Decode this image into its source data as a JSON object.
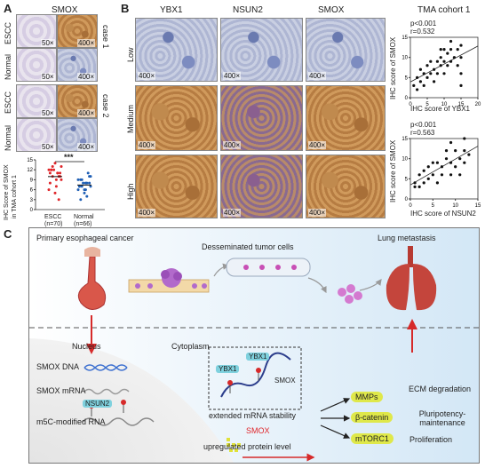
{
  "panels": {
    "a": "A",
    "b": "B",
    "c": "C"
  },
  "panelA": {
    "title": "SMOX",
    "row_labels": [
      "ESCC",
      "Normal",
      "ESCC",
      "Normal"
    ],
    "case_labels": [
      "case 1",
      "case 2"
    ],
    "mag_low": "50×",
    "mag_high": "400×",
    "ylabel_line1": "IHC Score of SMOX",
    "ylabel_line2": "in TMA cohort 1",
    "yticks": [
      "15",
      "12",
      "9",
      "6",
      "3",
      "0"
    ],
    "significance": "***",
    "groups": [
      {
        "name": "ESCC",
        "n": "(n=70)",
        "color": "#e0262a"
      },
      {
        "name": "Normal",
        "n": "(n=66)",
        "color": "#1f5fb5"
      }
    ]
  },
  "panelB": {
    "columns": [
      "YBX1",
      "NSUN2",
      "SMOX"
    ],
    "rows": [
      "Low",
      "Medium",
      "High"
    ],
    "mag": "400×",
    "cohort_title": "TMA cohort 1",
    "scatter1": {
      "p": "p<0.001",
      "r": "r=0.532",
      "xlabel": "IHC score of YBX1",
      "ylabel": "IHC score of SMOX",
      "xticks": [
        "0",
        "5",
        "10",
        "15",
        "20"
      ],
      "yticks": [
        "0",
        "5",
        "10",
        "15"
      ]
    },
    "scatter2": {
      "p": "p<0.001",
      "r": "r=0.563",
      "xlabel": "IHC score of NSUN2",
      "ylabel": "IHC score of SMOX",
      "xticks": [
        "0",
        "5",
        "10",
        "15"
      ],
      "yticks": [
        "0",
        "5",
        "10",
        "15"
      ]
    }
  },
  "chart_data": [
    {
      "type": "scatter",
      "title": "TMA cohort 1",
      "xlabel": "IHC score of YBX1",
      "ylabel": "IHC score of SMOX",
      "xlim": [
        0,
        20
      ],
      "ylim": [
        0,
        15
      ],
      "x": [
        1,
        2,
        2,
        3,
        3,
        4,
        4,
        5,
        5,
        6,
        6,
        7,
        7,
        8,
        8,
        9,
        9,
        9,
        10,
        10,
        10,
        11,
        11,
        12,
        12,
        12,
        13,
        14,
        14,
        15,
        15,
        15,
        15
      ],
      "y": [
        3,
        2,
        5,
        4,
        7,
        3,
        6,
        5,
        8,
        6,
        9,
        4,
        7,
        6,
        9,
        8,
        10,
        12,
        6,
        9,
        12,
        8,
        11,
        9,
        12,
        14,
        10,
        8,
        12,
        6,
        10,
        13,
        3
      ]
    },
    {
      "type": "scatter",
      "xlabel": "IHC score of NSUN2",
      "ylabel": "IHC score of SMOX",
      "xlim": [
        0,
        15
      ],
      "ylim": [
        0,
        15
      ],
      "x": [
        1,
        1,
        2,
        2,
        3,
        3,
        4,
        4,
        5,
        5,
        6,
        6,
        7,
        7,
        8,
        8,
        9,
        9,
        9,
        10,
        10,
        11,
        11,
        12,
        12,
        12,
        13
      ],
      "y": [
        3,
        4,
        3,
        6,
        4,
        7,
        5,
        8,
        6,
        9,
        4,
        9,
        6,
        8,
        10,
        12,
        6,
        9,
        14,
        8,
        12,
        6,
        10,
        9,
        12,
        15,
        11
      ]
    },
    {
      "type": "scatter",
      "title": "IHC Score of SMOX in TMA cohort 1",
      "ylim": [
        0,
        15
      ],
      "series": [
        {
          "name": "ESCC",
          "values": [
            12,
            11,
            10,
            13,
            9,
            12,
            11,
            14,
            8,
            10,
            12,
            6,
            11,
            13,
            9,
            7,
            12,
            10,
            5,
            11,
            3
          ]
        },
        {
          "name": "Normal",
          "values": [
            9,
            8,
            7,
            10,
            6,
            9,
            8,
            5,
            7,
            11,
            8,
            6,
            4,
            9,
            7,
            8,
            3,
            10,
            6,
            7
          ]
        }
      ]
    }
  ],
  "panelC": {
    "primary": "Primary esophageal cancer",
    "disseminated": "Desseminated tumor cells",
    "lung": "Lung metastasis",
    "nucleus": "Nucleus",
    "cytoplasm": "Cytoplasm",
    "dna": "SMOX DNA",
    "mrna": "SMOX mRNA",
    "m5c": "m5C-modified RNA",
    "nsun2": "NSUN2",
    "ybx1_a": "YBX1",
    "ybx1_b": "YBX1",
    "smox_rna": "SMOX",
    "stability": "extended mRNA stability",
    "smox_protein": "SMOX",
    "upregulated": "upregulated protein level",
    "targets": [
      {
        "pill": "MMPs",
        "effect": "ECM degradation"
      },
      {
        "pill": "β-catenin",
        "effect": "Pluripotency-maintenance"
      },
      {
        "pill": "mTORC1",
        "effect": "Proliferation"
      }
    ]
  },
  "colors": {
    "red": "#e0262a",
    "blue": "#1f5fb5",
    "pill": "#dfe84a",
    "lightblue": "#d6e9f7",
    "teal": "#7fd1de"
  }
}
